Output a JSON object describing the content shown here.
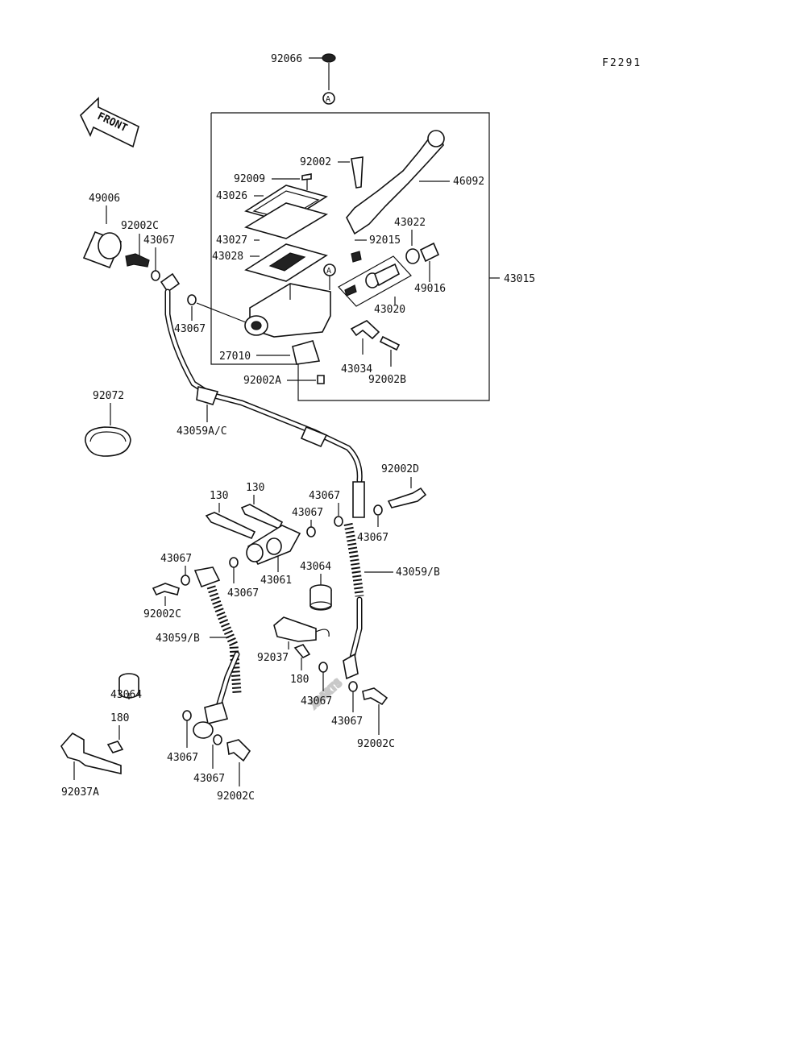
{
  "diagram_code": "F2291",
  "front_label": "FRONT",
  "marker": "A",
  "watermark": "XPARTS",
  "assembly_label": "43015",
  "labels": {
    "p92066": "92066",
    "p92002": "92002",
    "p46092": "46092",
    "p92009": "92009",
    "p43026": "43026",
    "p43027": "43027",
    "p43028": "43028",
    "p43022": "43022",
    "p92015": "92015",
    "p49016": "49016",
    "p43020": "43020",
    "p49006": "49006",
    "p92002c_top": "92002C",
    "p43067_top": "43067",
    "p43067_left": "43067",
    "p27010": "27010",
    "p92002a": "92002A",
    "p43034": "43034",
    "p92002b": "92002B",
    "p92072": "92072",
    "p43059ac": "43059A/C",
    "p92002d": "92002D",
    "p130a": "130",
    "p130b": "130",
    "p43067_m1": "43067",
    "p43067_m2": "43067",
    "p43067_m3": "43067",
    "p43067_l": "43067",
    "p43061": "43061",
    "p43067_l2": "43067",
    "p43064_c": "43064",
    "p43059b_r": "43059/B",
    "p92002c_l": "92002C",
    "p43059b_l": "43059/B",
    "p92037": "92037",
    "p180_c": "180",
    "p43064_l": "43064",
    "p43067_b1": "43067",
    "p43067_b2": "43067",
    "p92002c_r": "92002C",
    "p180_l": "180",
    "p43067_b3": "43067",
    "p43067_b4": "43067",
    "p92002c_b": "92002C",
    "p92037a": "92037A"
  }
}
